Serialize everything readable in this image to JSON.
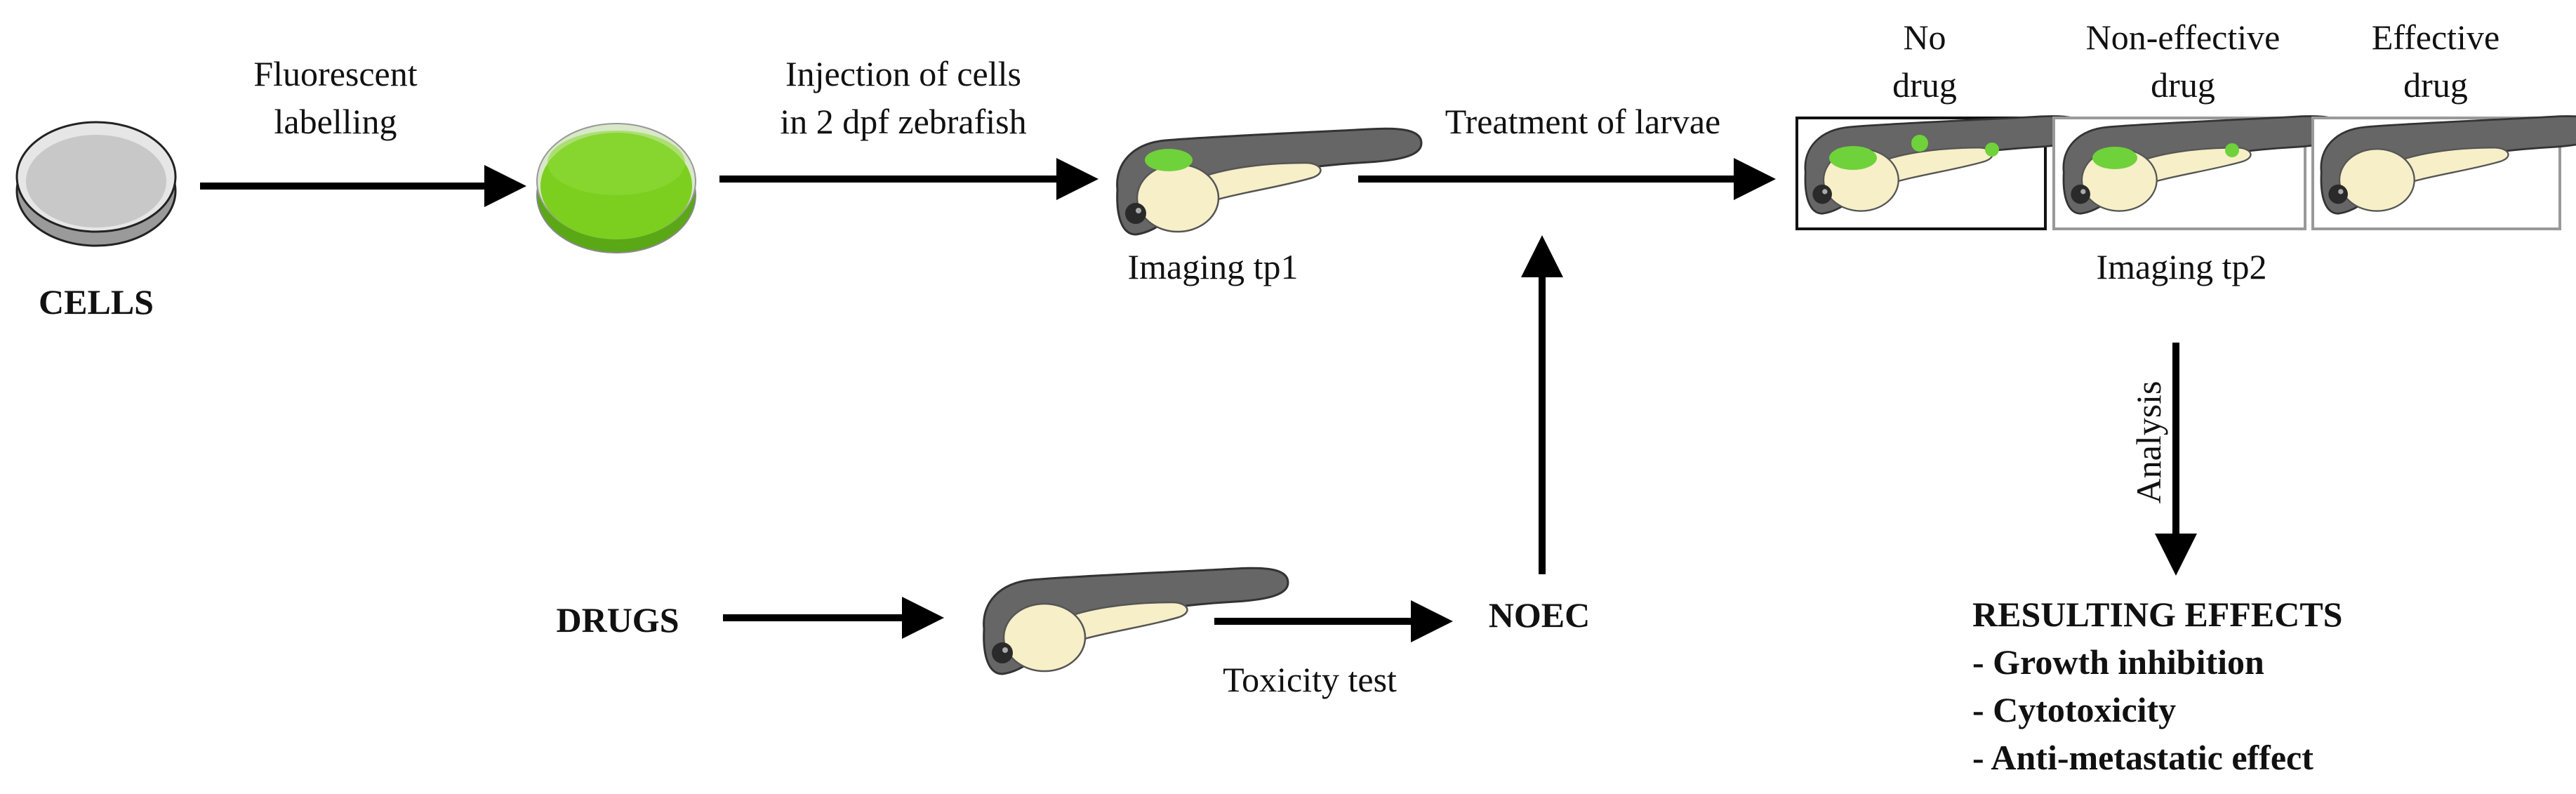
{
  "nodes": {
    "cells": "CELLS",
    "drugs": "DRUGS",
    "noec": "NOEC",
    "imaging_tp1": "Imaging tp1",
    "imaging_tp2": "Imaging tp2"
  },
  "steps": {
    "labelling_line1": "Fluorescent",
    "labelling_line2": "labelling",
    "injection_line1": "Injection of cells",
    "injection_line2": "in 2 dpf zebrafish",
    "treatment": "Treatment of larvae",
    "toxicity": "Toxicity test",
    "analysis": "Analysis"
  },
  "conditions": [
    {
      "line1": "No",
      "line2": "drug"
    },
    {
      "line1": "Non-effective",
      "line2": "drug"
    },
    {
      "line1": "Effective",
      "line2": "drug"
    }
  ],
  "results": {
    "title": "RESULTING EFFECTS",
    "items": [
      "- Growth inhibition",
      "- Cytotoxicity",
      "- Anti-metastatic effect"
    ]
  },
  "colors": {
    "arrow": "#000000",
    "dish_gray": "#c8c8c8",
    "dish_green": "#7ccf1e",
    "fish_body": "#666666",
    "yolk": "#f6efc8",
    "tumor_green": "#6fd23a"
  }
}
